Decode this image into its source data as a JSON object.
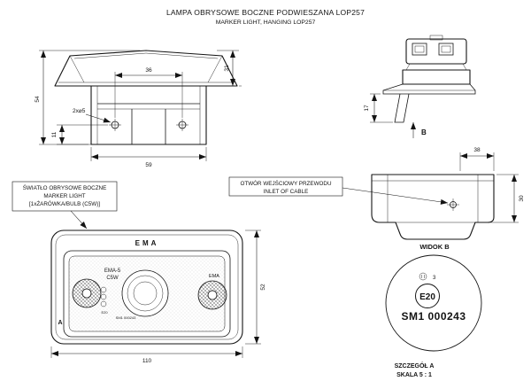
{
  "title": {
    "line1": "LAMPA OBRYSOWE BOCZNE PODWIESZANA LOP257",
    "line2": "MARKER LIGHT, HANGING LOP257"
  },
  "colors": {
    "line": "#141414",
    "background": "#ffffff"
  },
  "side_view": {
    "dim_height_total": "54",
    "dim_hole_spacing": "36",
    "dim_body_height": "31",
    "dim_hole_offset": "11",
    "hole_callout": "2x⌀5",
    "dim_bracket_width": "59"
  },
  "hanger_view": {
    "dim_hook_height": "17",
    "view_direction_label": "B"
  },
  "view_b": {
    "title": "WIDOK B",
    "dim_width": "38",
    "dim_height": "30",
    "cable_callout_line1": "OTWÓR WEJŚCIOWY PRZEWODU",
    "cable_callout_line2": "INLET OF CABLE"
  },
  "light_callout": {
    "line1": "ŚWIATŁO OBRYSOWE BOCZNE",
    "line2": "MARKER LIGHT",
    "line3": "[1xŻARÓWKA/BULB (C5W)]"
  },
  "front_view": {
    "brand_embossed": "EMA",
    "lens_model": "EMA-5",
    "bulb_type": "C5W",
    "lens_brand": "EMA",
    "lens_mark_e": "E20",
    "lens_serial": "SM1 000243",
    "detail_ref": "A",
    "dim_width": "110",
    "dim_height": "52"
  },
  "detail_a": {
    "cavity_mark": "3",
    "e_mark": "E20",
    "serial": "SM1 000243",
    "caption": "SZCZEGÓŁ A",
    "scale": "SKALA 5 : 1"
  }
}
